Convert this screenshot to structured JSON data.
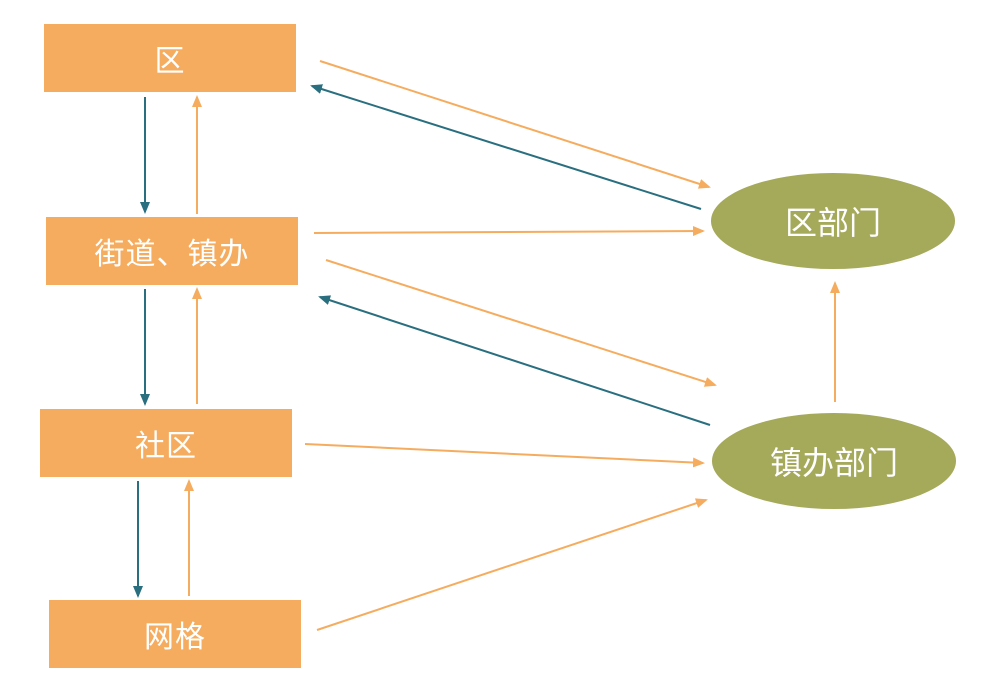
{
  "nodes": {
    "district": "区",
    "street_town_office": "街道、镇办",
    "community": "社区",
    "grid": "网格",
    "district_departments": "区部门",
    "town_office_departments": "镇办部门"
  },
  "colors": {
    "box_fill": "#f6ac5e",
    "ellipse_fill": "#a5a95a",
    "arrow_orange": "#f6ac5e",
    "arrow_teal": "#2a6f7f",
    "text": "#ffffff"
  }
}
